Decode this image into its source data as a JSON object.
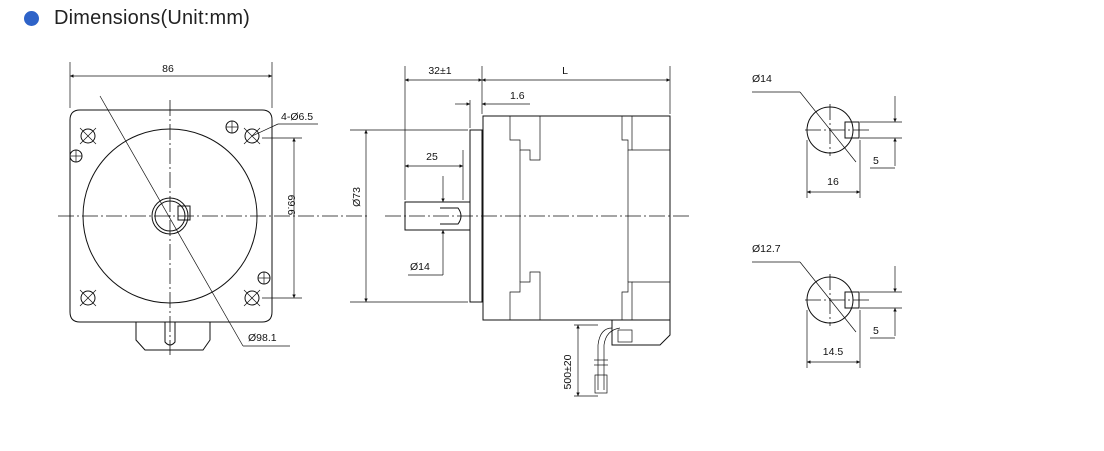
{
  "header": {
    "title": "Dimensions(Unit:mm)",
    "bullet_color": "#2e63c8"
  },
  "front_view": {
    "width": "86",
    "hole_spec": "4-Ø6.5",
    "hole_spacing": "69.6",
    "circle_diameter": "Ø98.1"
  },
  "side_view": {
    "shaft_extension": "32±1",
    "body_length": "L",
    "flange_thickness": "1.6",
    "shaft_flat": "25",
    "pilot_diameter": "Ø73",
    "shaft_diameter": "Ø14",
    "lead_length": "500±20"
  },
  "shaft_detail_1": {
    "diameter": "Ø14",
    "flat_depth": "5",
    "width": "16"
  },
  "shaft_detail_2": {
    "diameter": "Ø12.7",
    "flat_depth": "5",
    "width": "14.5"
  }
}
